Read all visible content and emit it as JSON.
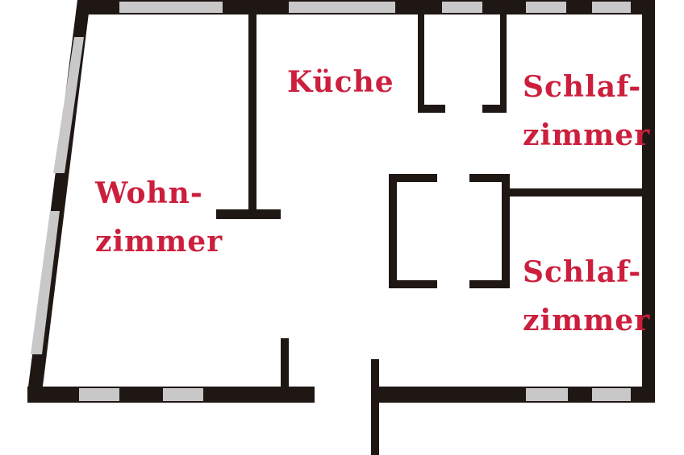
{
  "colors": {
    "wall": "#1f1714",
    "window": "#c8c8c8",
    "text": "#cc1f3d",
    "background": "#ffffff"
  },
  "rooms": {
    "kitchen": {
      "line1": "Küche"
    },
    "living": {
      "line1": "Wohn-",
      "line2": "zimmer"
    },
    "bedroom_top": {
      "line1": "Schlaf-",
      "line2": "zimmer"
    },
    "bedroom_bottom": {
      "line1": "Schlaf-",
      "line2": "zimmer"
    }
  }
}
